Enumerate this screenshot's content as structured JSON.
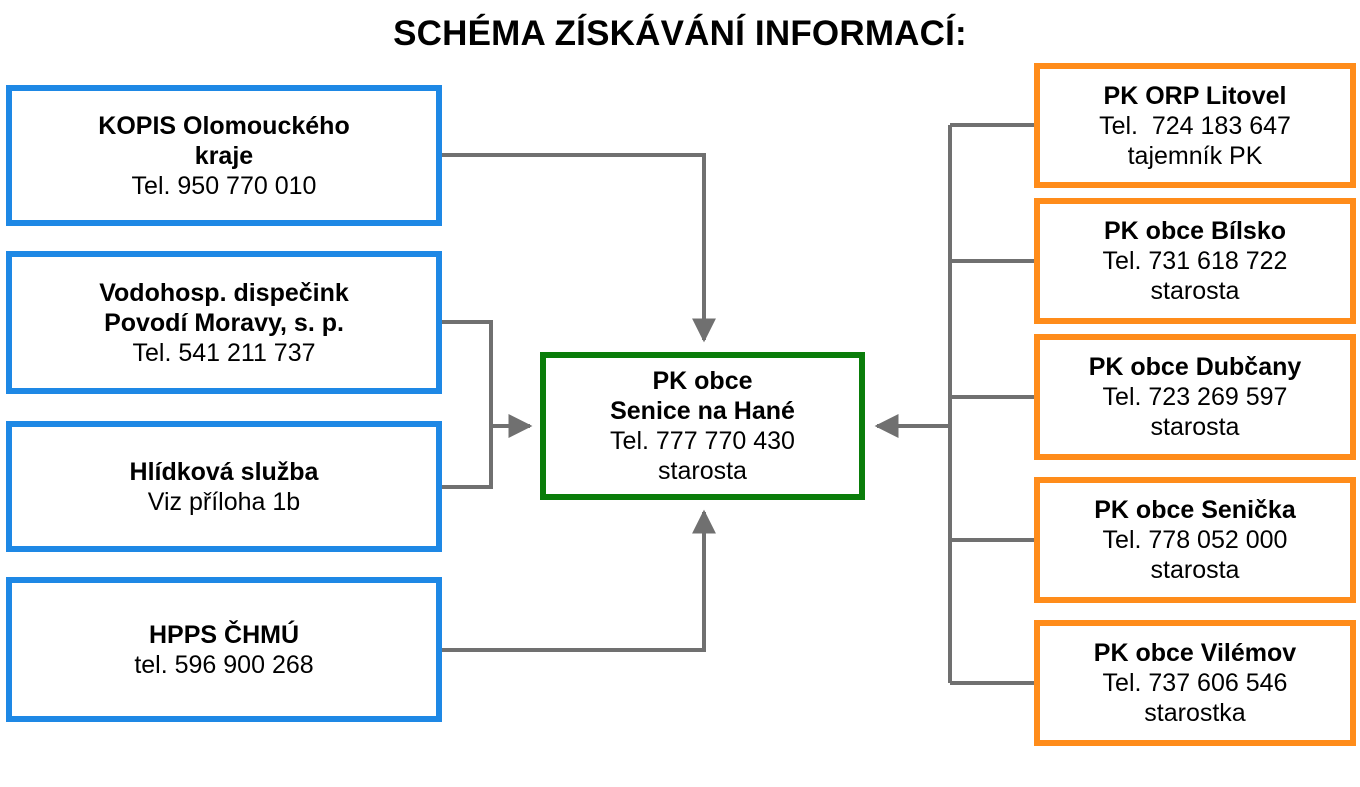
{
  "title": "SCHÉMA ZÍSKÁVÁNÍ INFORMACÍ:",
  "colors": {
    "left_border": "#1e88e5",
    "right_border": "#ff8c1a",
    "center_border": "#0a7d0a",
    "connector": "#707070"
  },
  "left_boxes": [
    {
      "line1": "KOPIS Olomouckého",
      "line2": "kraje",
      "line3": "Tel. 950 770 010"
    },
    {
      "line1": "Vodohosp. dispečink",
      "line2": "Povodí Moravy, s. p.",
      "line3": "Tel. 541 211 737"
    },
    {
      "line1": "Hlídková služba",
      "line2": "Viz příloha 1b"
    },
    {
      "line1": "HPPS ČHMÚ",
      "line2": "tel. 596 900 268"
    }
  ],
  "center_box": {
    "line1": "PK obce",
    "line2": "Senice na Hané",
    "line3": "Tel. 777 770 430",
    "line4": "starosta"
  },
  "right_boxes": [
    {
      "line1": "PK ORP Litovel",
      "line2": "Tel.  724 183 647",
      "line3": "tajemník PK"
    },
    {
      "line1": "PK obce Bílsko",
      "line2": "Tel. 731 618 722",
      "line3": "starosta"
    },
    {
      "line1": "PK obce Dubčany",
      "line2": "Tel. 723 269 597",
      "line3": "starosta"
    },
    {
      "line1": "PK obce Senička",
      "line2": "Tel. 778 052 000",
      "line3": "starosta"
    },
    {
      "line1": "PK obce Vilémov",
      "line2": "Tel. 737 606 546",
      "line3": "starostka"
    }
  ]
}
